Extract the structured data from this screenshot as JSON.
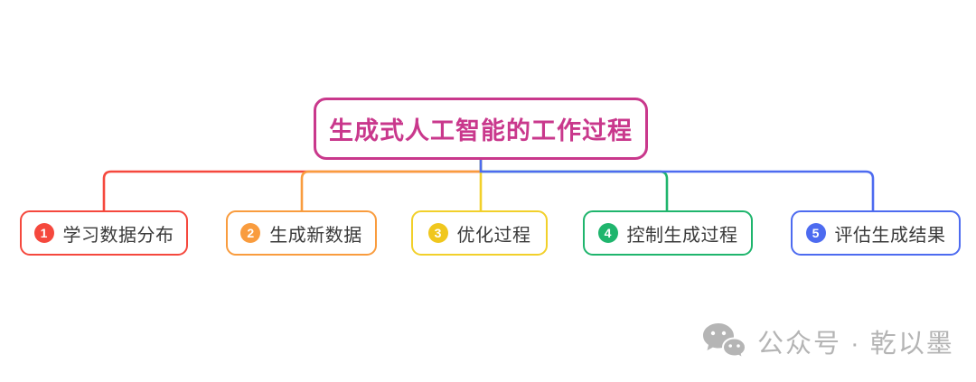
{
  "mindmap": {
    "root": {
      "label": "生成式人工智能的工作过程",
      "color": "#c9388c"
    },
    "children": [
      {
        "number": "1",
        "label": "学习数据分布",
        "color": "#f5483d"
      },
      {
        "number": "2",
        "label": "生成新数据",
        "color": "#f99c3e"
      },
      {
        "number": "3",
        "label": "优化过程",
        "color": "#f2d02a"
      },
      {
        "number": "4",
        "label": "控制生成过程",
        "color": "#1fb56d"
      },
      {
        "number": "5",
        "label": "评估生成结果",
        "color": "#4d6bf0"
      }
    ]
  },
  "watermark": {
    "icon": "wechat-icon",
    "text": "公众号 · 乾以墨",
    "color": "#b4b4b4"
  }
}
